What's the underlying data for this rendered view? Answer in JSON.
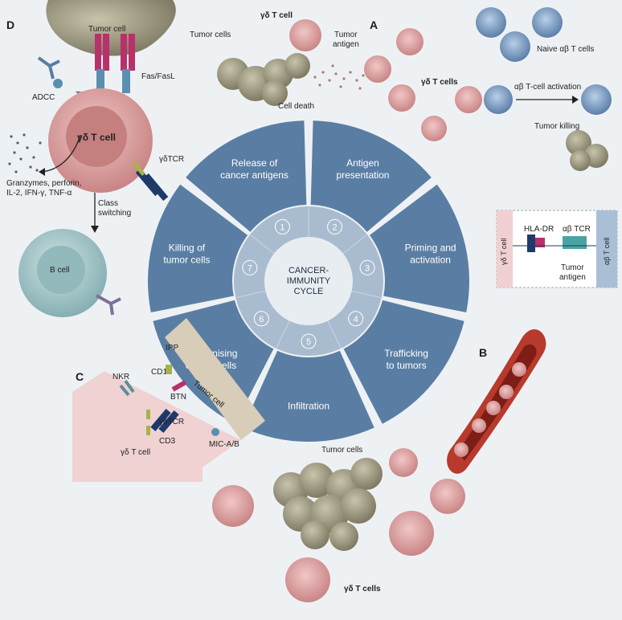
{
  "panels": {
    "a": "A",
    "b": "B",
    "c": "C",
    "d": "D"
  },
  "cycle": {
    "center_line1": "CANCER-",
    "center_line2": "IMMUNITY",
    "center_line3": "CYCLE",
    "steps": [
      {
        "n": "1",
        "line1": "Release of",
        "line2": "cancer antigens"
      },
      {
        "n": "2",
        "line1": "Antigen",
        "line2": "presentation"
      },
      {
        "n": "3",
        "line1": "Priming and",
        "line2": "activation"
      },
      {
        "n": "4",
        "line1": "Trafficking",
        "line2": "to tumors"
      },
      {
        "n": "5",
        "line1": "Infiltration",
        "line2": ""
      },
      {
        "n": "6",
        "line1": "Recognising",
        "line2": "cancer cells"
      },
      {
        "n": "7",
        "line1": "Killing of",
        "line2": "tumor cells"
      }
    ]
  },
  "panel_a": {
    "gd_t_cell": "γδ T cell",
    "tumor_cells": "Tumor cells",
    "tumor_antigen_1": "Tumor",
    "tumor_antigen_2": "antigen",
    "cell_death": "Cell death",
    "naive_ab": "Naive αβ T cells",
    "gd_t_cells": "γδ T cells",
    "ab_activation": "αβ T-cell activation",
    "tumor_killing": "Tumor killing",
    "hla_dr": "HLA-DR",
    "ab_tcr": "αβ TCR",
    "inset_antigen_1": "Tumor",
    "inset_antigen_2": "antigen",
    "gd_t_cell_side": "γδ T cell",
    "ab_t_cell_side": "αβ T cell"
  },
  "panel_b": {
    "tumor_cells": "Tumor cells",
    "gd_t_cells": "γδ T cells"
  },
  "panel_c": {
    "nkr": "NKR",
    "ipp": "IPP",
    "cd1": "CD1",
    "btn": "BTN",
    "tumor_cell": "Tumor cell",
    "gd_tcr": "γδTCR",
    "cd3": "CD3",
    "mic": "MIC-A/B",
    "gd_t_cell": "γδ T cell"
  },
  "panel_d": {
    "tumor_cell": "Tumor cell",
    "adcc": "ADCC",
    "fas": "Fas/FasL",
    "trail": "TRAIL",
    "gd_t_cell": "γδ T cell",
    "gd_tcr": "γδTCR",
    "secreted_1": "Granzymes, perforin,",
    "secreted_2": "IL-2, IFN-γ, TNF-α",
    "class_1": "Class",
    "class_2": "switching",
    "b_cell": "B cell"
  },
  "colors": {
    "segment": "#5a7ea3",
    "inner_ring": "#a9bccf",
    "center": "#e8edf2",
    "gd_cell": "#dda3a3",
    "ab_cell": "#7e9cc0",
    "tumor": "#8f8a74",
    "b_cell": "#a9c9cc",
    "vessel": "#b83a2c"
  }
}
